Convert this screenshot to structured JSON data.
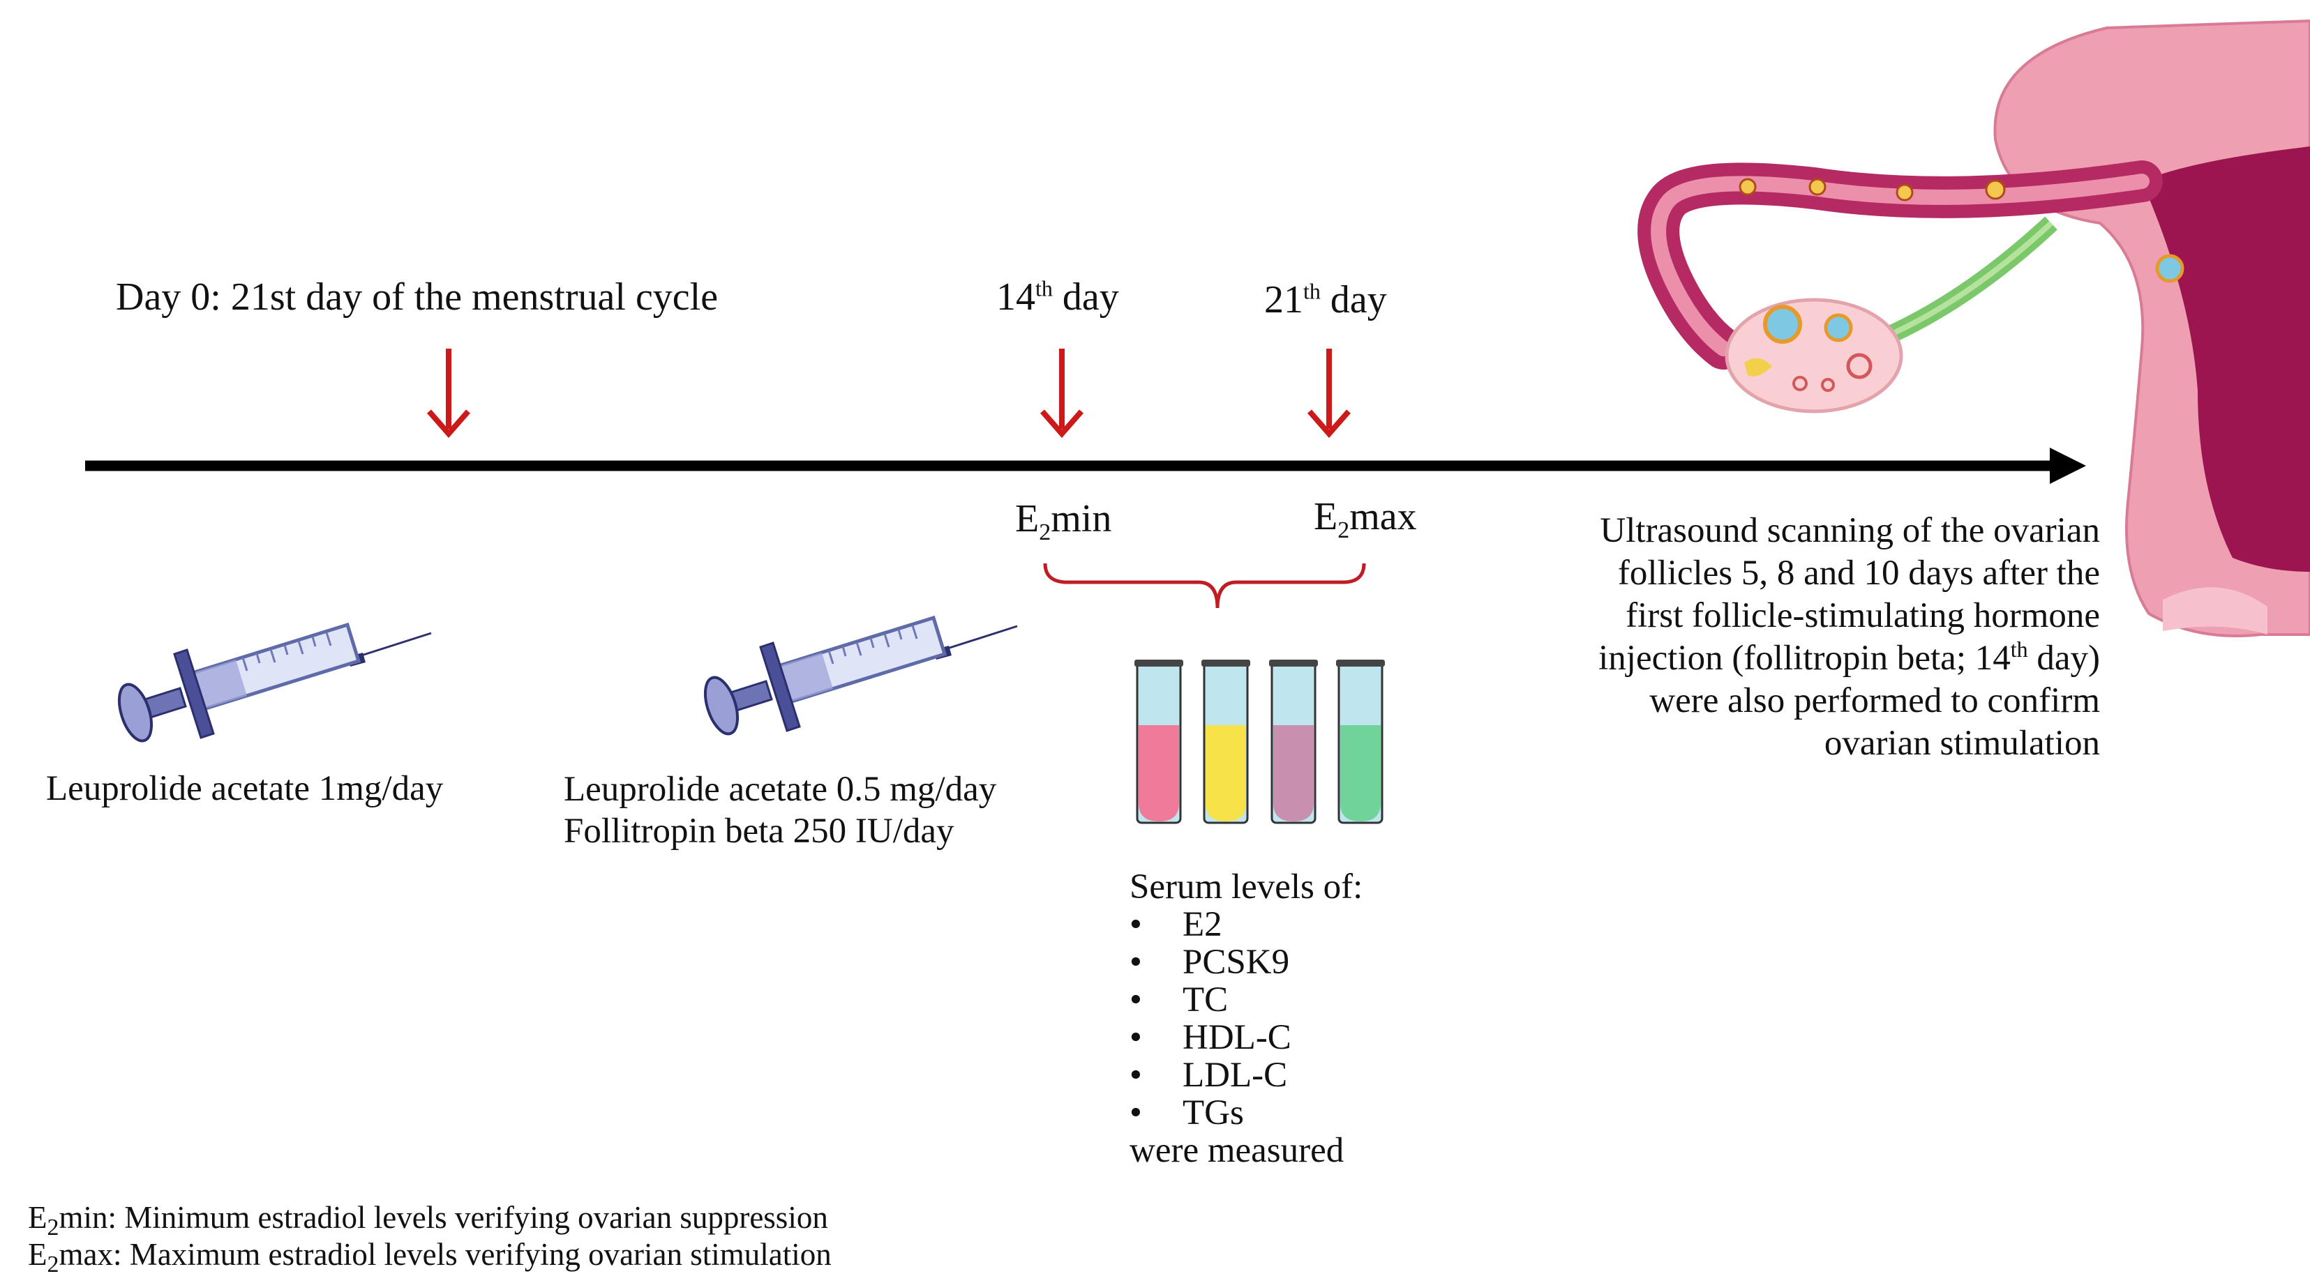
{
  "timeline": {
    "day0_label": "Day 0: 21st day of the menstrual cycle",
    "day14": {
      "num": "14",
      "sup": "th",
      "word": "day"
    },
    "day21": {
      "num": "21",
      "sup": "th",
      "word": "day"
    },
    "e2min": {
      "pre": "E",
      "sub": "2",
      "post": "min"
    },
    "e2max": {
      "pre": "E",
      "sub": "2",
      "post": "max"
    }
  },
  "treatments": {
    "phase1": "Leuprolide acetate  1mg/day",
    "phase2_line1": "Leuprolide acetate  0.5 mg/day",
    "phase2_line2": "Follitropin beta 250 IU/day"
  },
  "ultrasound": {
    "line1": "Ultrasound scanning  of the ovarian",
    "line2": "follicles 5, 8 and 10 days after the",
    "line3": "first follicle-stimulating  hormone",
    "line4_pre": "injection (follitropin beta;  14",
    "line4_sup": "th",
    "line4_post": " day)",
    "line5": "were also performed to confirm",
    "line6": "ovarian stimulation"
  },
  "serum": {
    "intro": "Serum levels of:",
    "bullet": "•",
    "items": [
      "E2",
      "PCSK9",
      "TC",
      "HDL-C",
      "LDL-C",
      "TGs"
    ],
    "outro": "were measured"
  },
  "tubes": {
    "colors": [
      "#f07a9a",
      "#f7e24a",
      "#c98fae",
      "#6fd39a"
    ],
    "cap_color": "#bfe6ef"
  },
  "footnote": {
    "line1_pre": "E",
    "line1_sub": "2",
    "line1_post": "min: Minimum  estradiol levels verifying  ovarian  suppression",
    "line2_pre": "E",
    "line2_sub": "2",
    "line2_post": "max: Maximum  estradiol levels verifying  ovarian  stimulation"
  },
  "colors": {
    "arrow_red": "#cc1a1a",
    "timeline": "#000000",
    "bracket": "#c01c24",
    "uterus_pink": "#ee9fb1",
    "uterus_dark": "#9c1450",
    "ligament_green": "#7bc86b"
  },
  "icons": [
    "syringe-icon",
    "test-tube-icon",
    "uterus-illustration"
  ]
}
